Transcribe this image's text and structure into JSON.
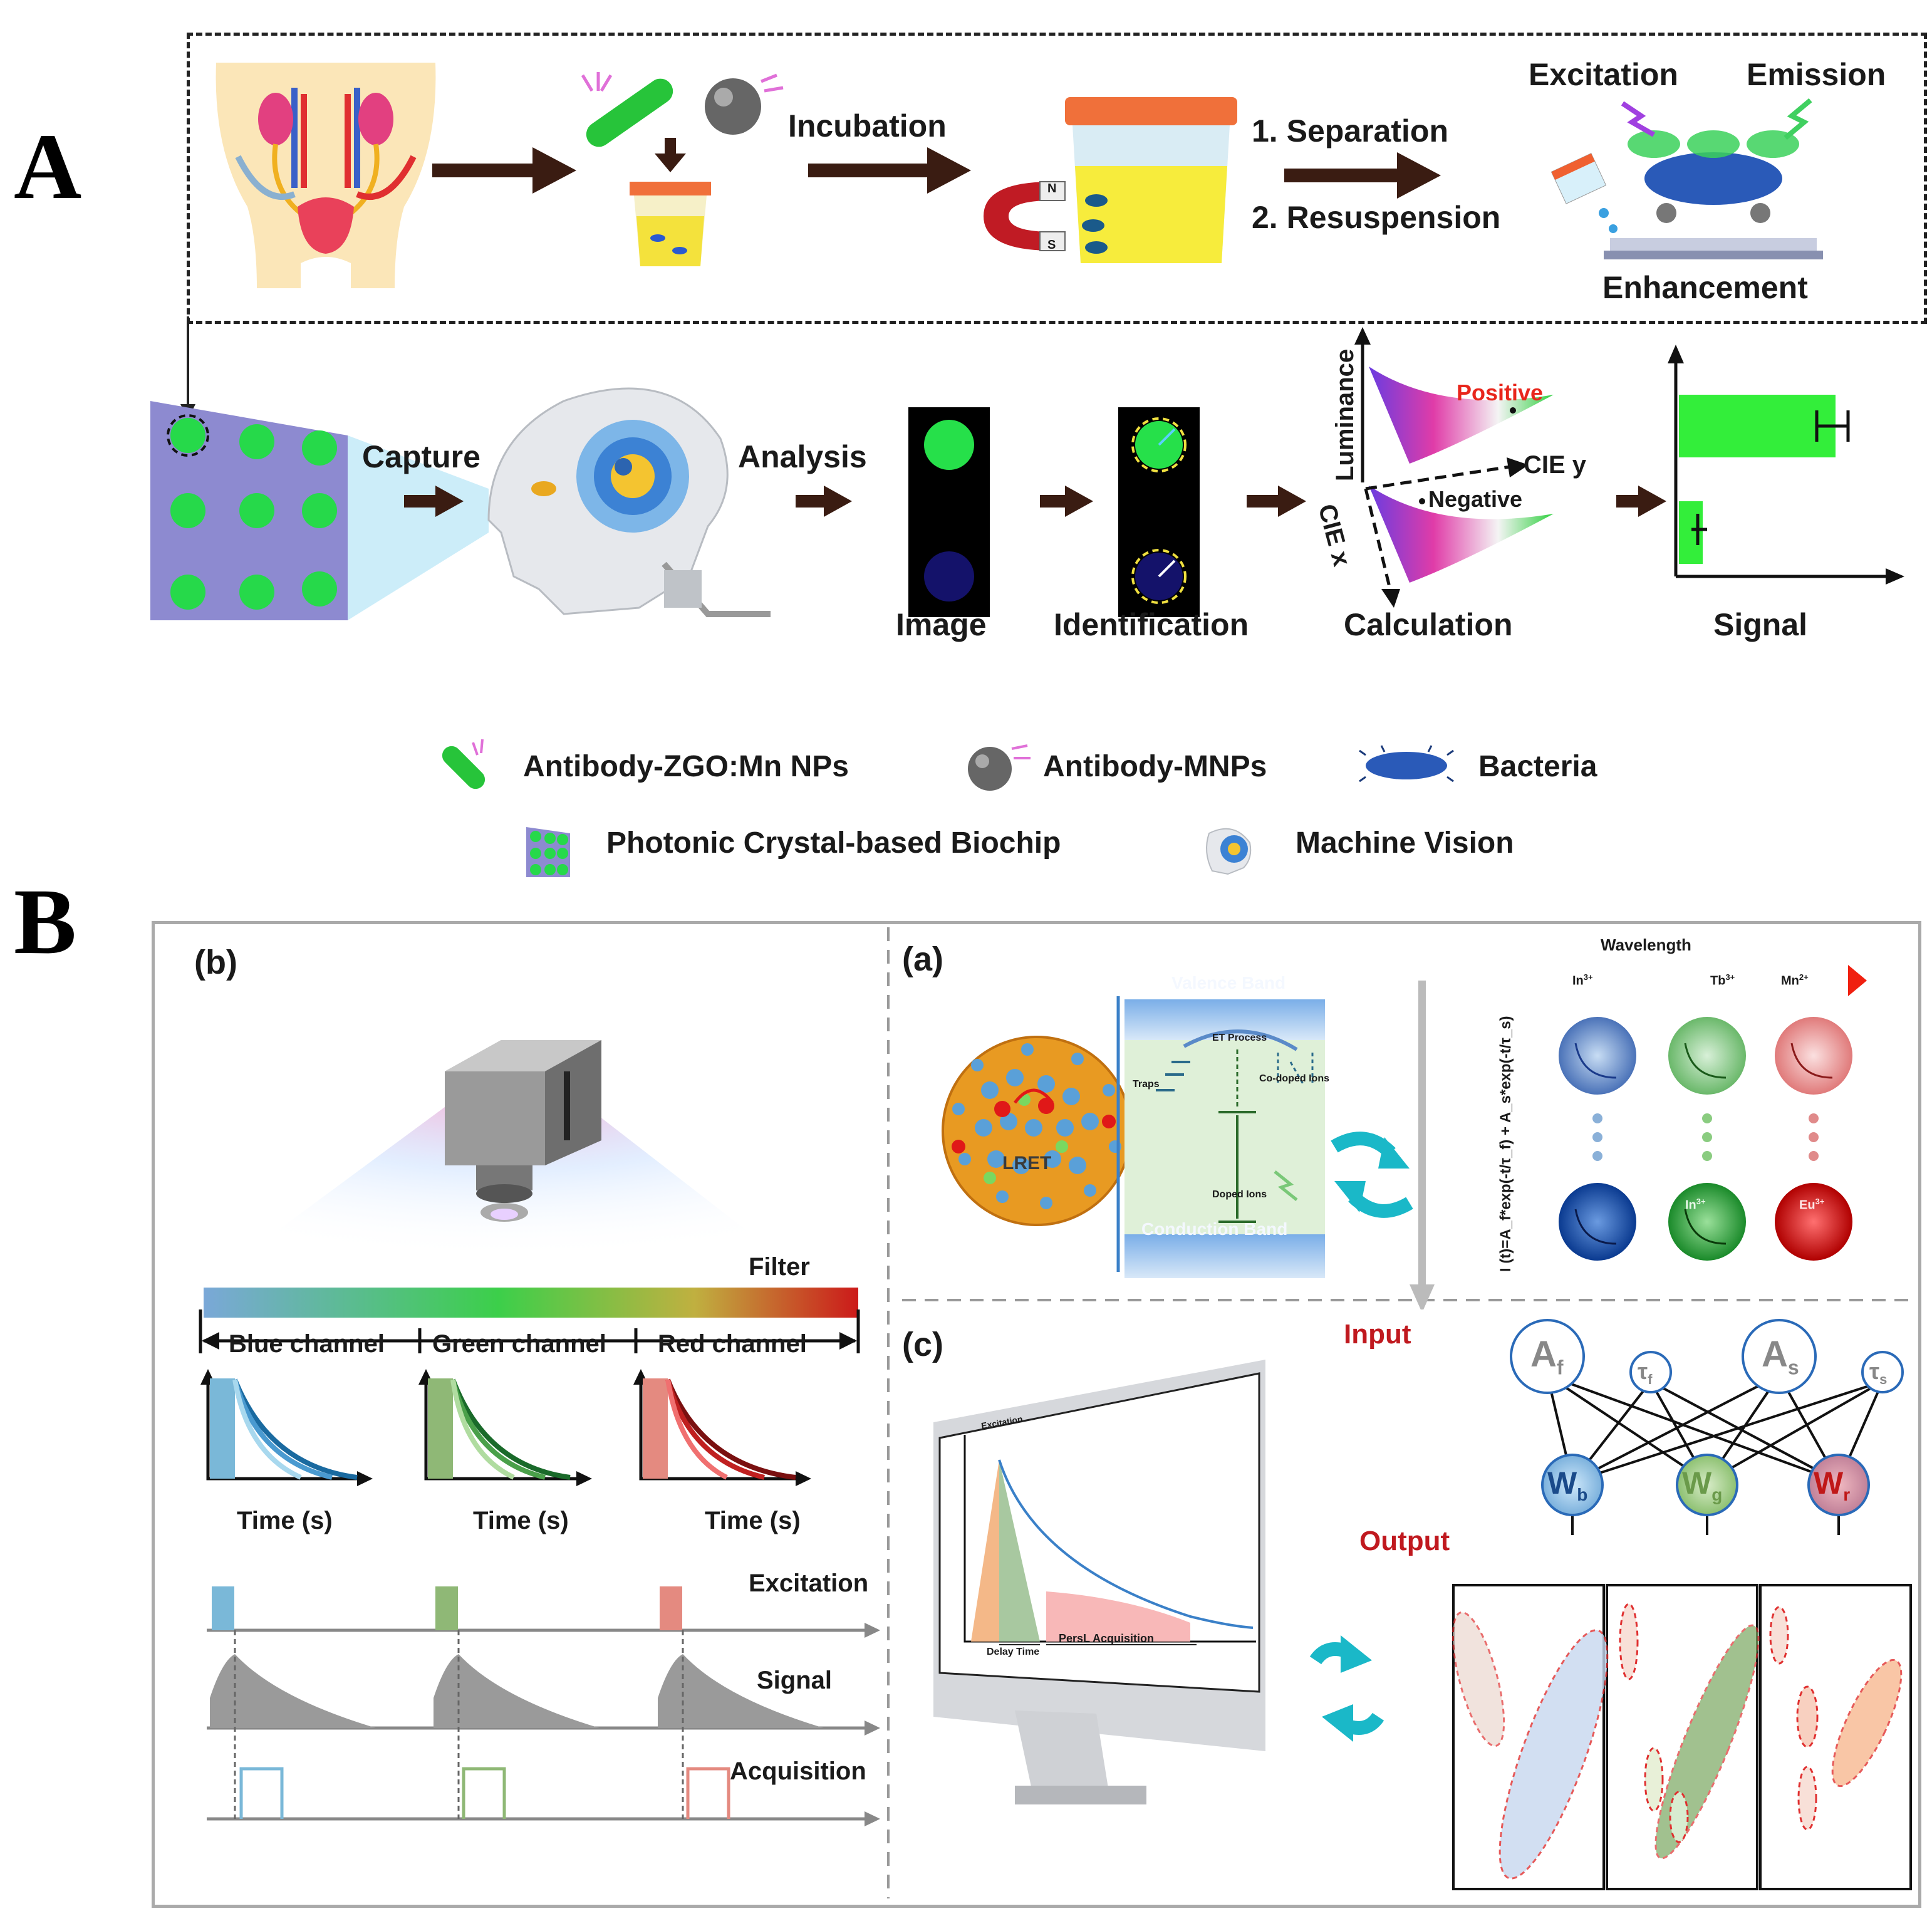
{
  "panelA": {
    "letter": "A",
    "workflow": {
      "incubation": "Incubation",
      "separation": "1. Separation",
      "resuspension": "2. Resuspension",
      "excitation": "Excitation",
      "emission": "Emission",
      "enhancement": "Enhancement",
      "magnet_n": "N",
      "magnet_s": "S"
    },
    "pipeline": {
      "capture": "Capture",
      "analysis": "Analysis",
      "image": "Image",
      "identification": "Identification",
      "calculation": "Calculation",
      "signal": "Signal",
      "luminance": "Luminance",
      "cie_y": "CIE y",
      "cie_x": "CIE x",
      "positive": "Positive",
      "negative": "Negative"
    },
    "legend": {
      "zgo": "Antibody-ZGO:Mn NPs",
      "mnps": "Antibody-MNPs",
      "bacteria": "Bacteria",
      "biochip": "Photonic Crystal-based Biochip",
      "machine_vision": "Machine Vision"
    },
    "colors": {
      "positive_text": "#e8261c",
      "nanorod": "#27c43a",
      "spot": "#26d94a",
      "chip": "#8d8ad0"
    }
  },
  "panelB": {
    "letter": "B",
    "sub_b": {
      "label": "(b)",
      "filter": "Filter",
      "channels": [
        "Blue channel",
        "Green channel",
        "Red channel"
      ],
      "time_label": "Time (s)",
      "rows": [
        "Excitation",
        "Signal",
        "Acquisition"
      ],
      "channel_colors": [
        "#7ab8d8",
        "#8fb876",
        "#e48a80"
      ]
    },
    "sub_a": {
      "label": "(a)",
      "valence_band": "Valence Band",
      "conduction_band": "Conduction Band",
      "et_process": "ET Process",
      "traps": "Traps",
      "co_doped": "Co-doped Ions",
      "doped": "Doped Ions",
      "lret": "LRET",
      "wavelength": "Wavelength",
      "ions_top": [
        "In",
        "Tb",
        "Mn"
      ],
      "ions_bottom": [
        "In",
        "Eu"
      ],
      "sup": "3+",
      "sup_mn": "2+",
      "formula": "I (t)=A_f*exp(-t/τ_f) + A_s*exp(-t/τ_s)"
    },
    "sub_c": {
      "label": "(c)",
      "input": "Input",
      "output": "Output",
      "excitation": "Excitation",
      "delay_time": "Delay Time",
      "persl_acquisition": "PersL Acquisition",
      "input_nodes": [
        "A",
        "τ",
        "A",
        "τ"
      ],
      "input_subs": [
        "f",
        "f",
        "s",
        "s"
      ],
      "output_nodes": [
        "W",
        "W",
        "W"
      ],
      "output_subs": [
        "b",
        "g",
        "r"
      ],
      "io_color": "#c0191f"
    }
  }
}
